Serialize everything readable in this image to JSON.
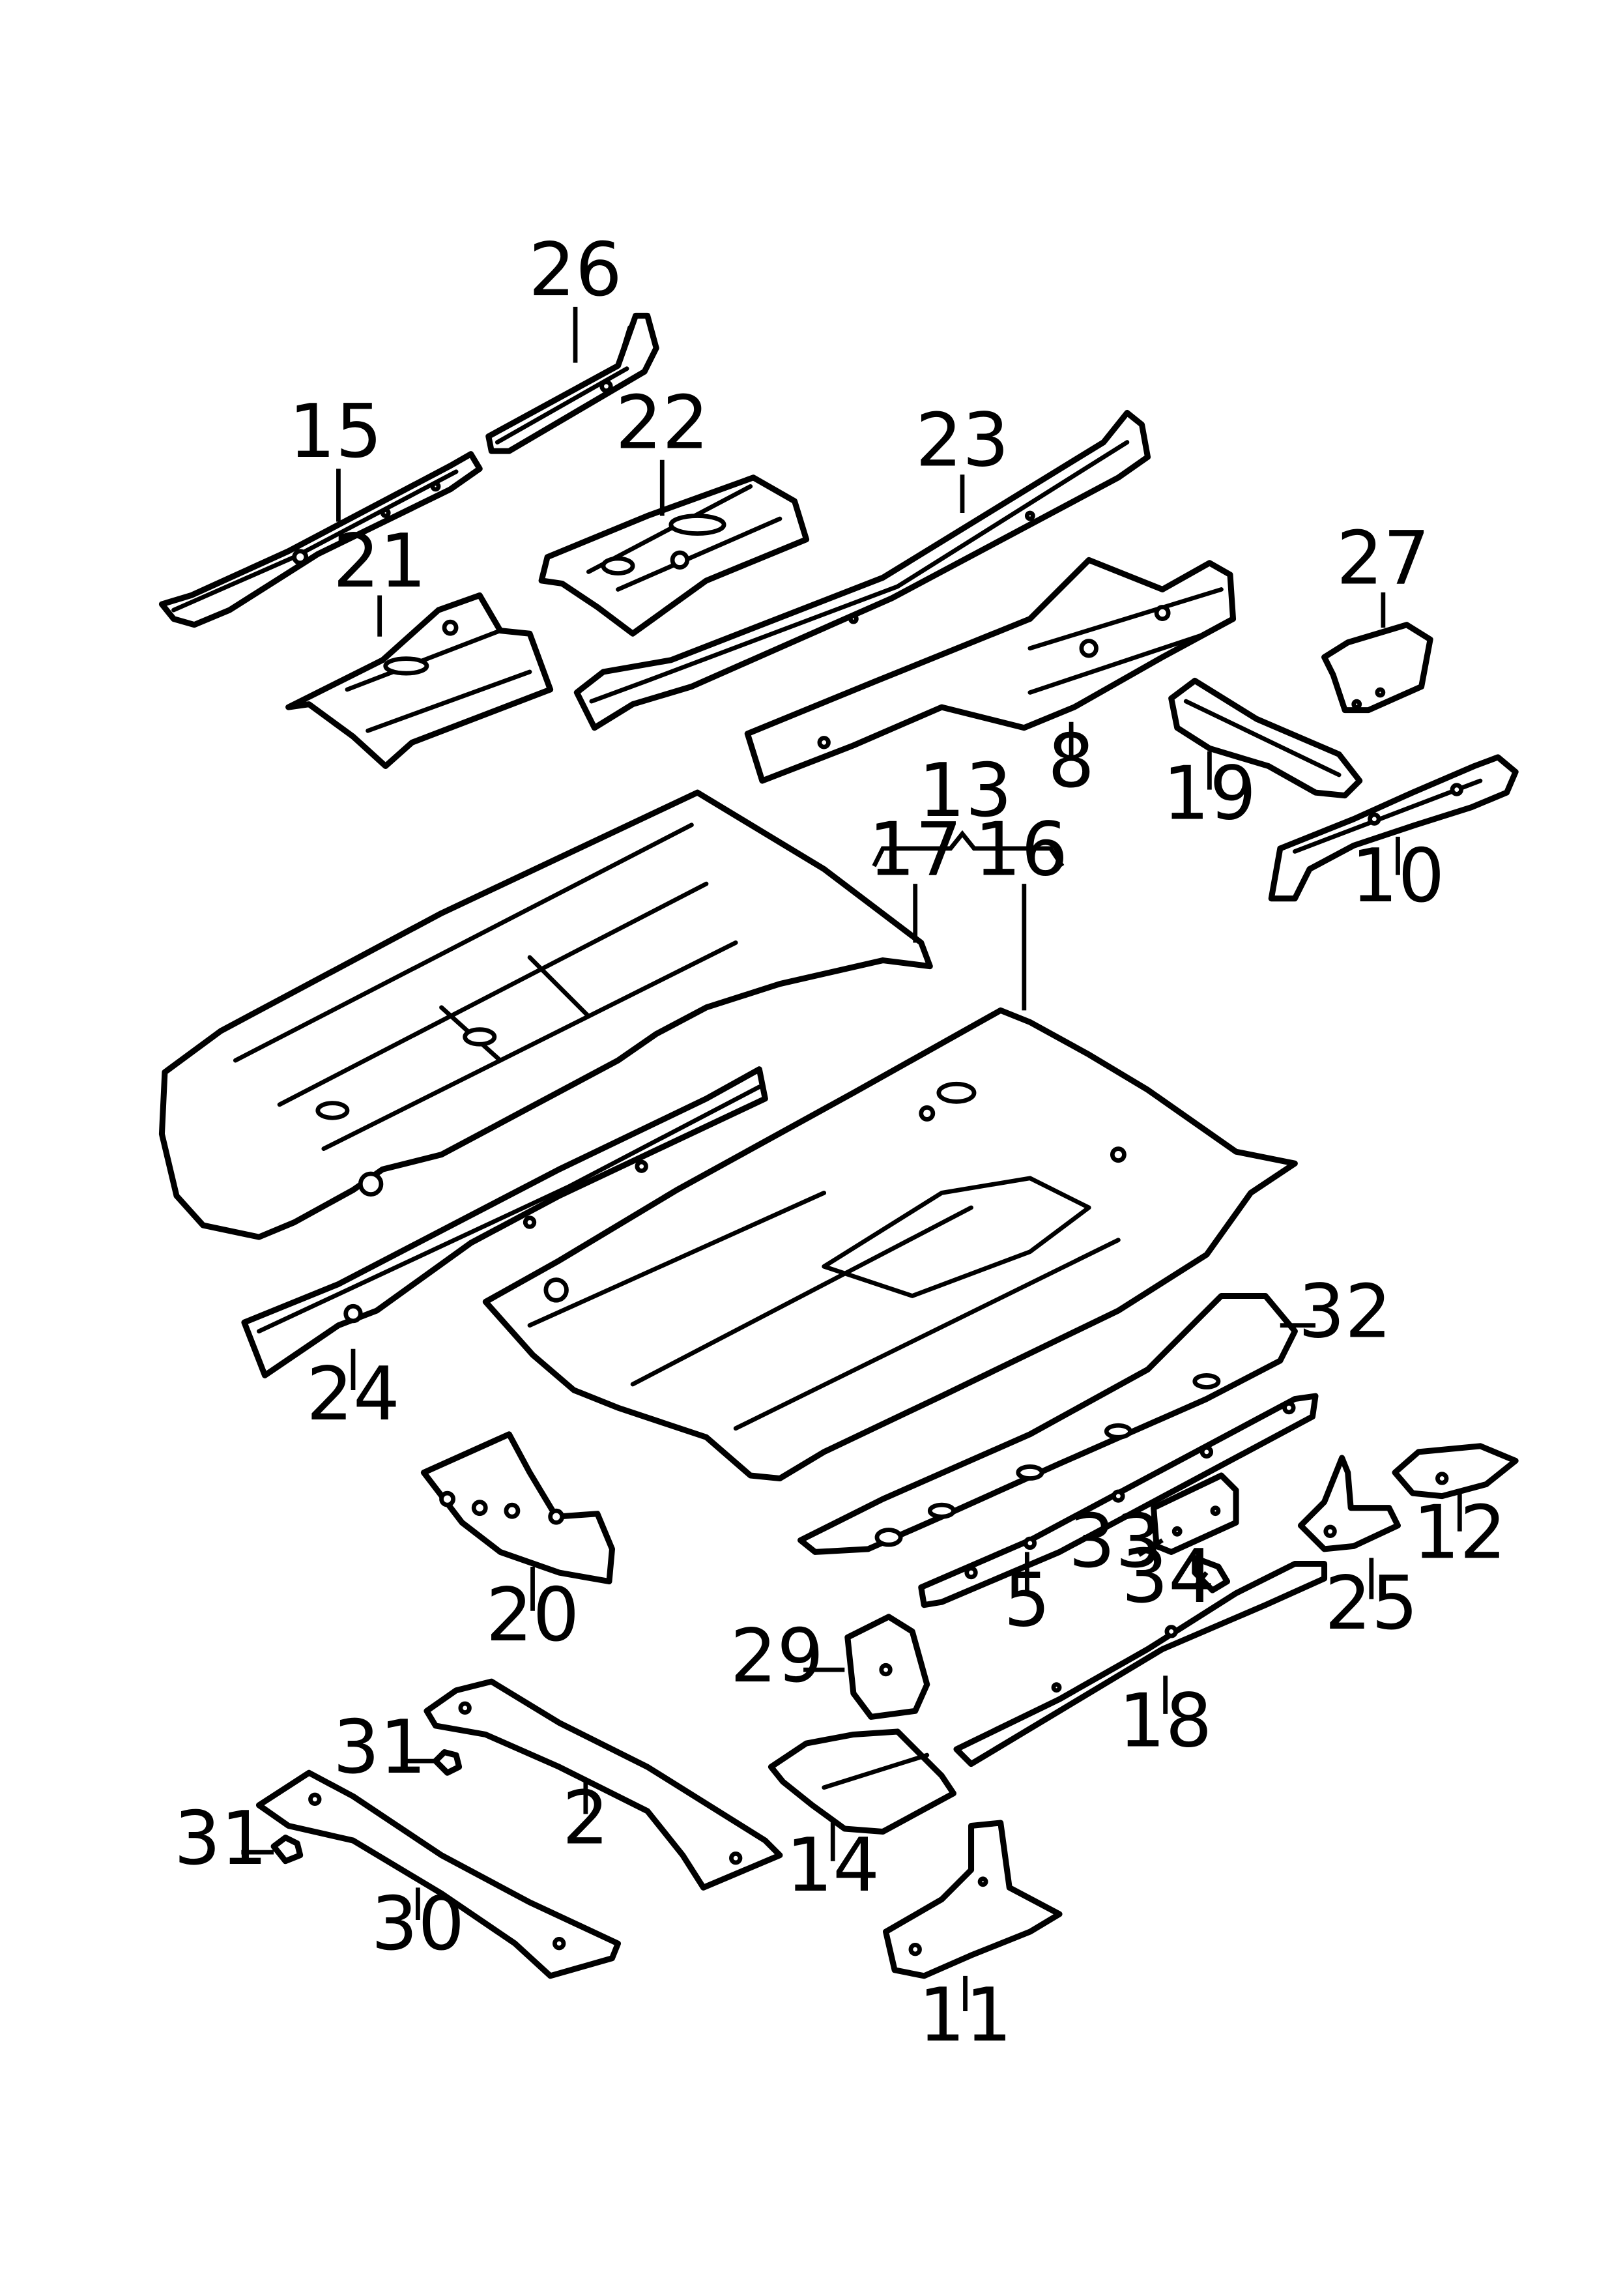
{
  "callouts": [
    {
      "id": "c26",
      "text": "26"
    },
    {
      "id": "c15",
      "text": "15"
    },
    {
      "id": "c22",
      "text": "22"
    },
    {
      "id": "c23",
      "text": "23"
    },
    {
      "id": "c21",
      "text": "21"
    },
    {
      "id": "c27",
      "text": "27"
    },
    {
      "id": "c8",
      "text": "8"
    },
    {
      "id": "c19",
      "text": "19"
    },
    {
      "id": "c10",
      "text": "10"
    },
    {
      "id": "c13",
      "text": "13"
    },
    {
      "id": "c17",
      "text": "17"
    },
    {
      "id": "c16",
      "text": "16"
    },
    {
      "id": "c24",
      "text": "24"
    },
    {
      "id": "c32",
      "text": "32"
    },
    {
      "id": "c12",
      "text": "12"
    },
    {
      "id": "c33",
      "text": "33"
    },
    {
      "id": "c34",
      "text": "34"
    },
    {
      "id": "c5",
      "text": "5"
    },
    {
      "id": "c25",
      "text": "25"
    },
    {
      "id": "c20",
      "text": "20"
    },
    {
      "id": "c29",
      "text": "29"
    },
    {
      "id": "c18",
      "text": "18"
    },
    {
      "id": "c31a",
      "text": "31"
    },
    {
      "id": "c2",
      "text": "2"
    },
    {
      "id": "c14",
      "text": "14"
    },
    {
      "id": "c31b",
      "text": "31"
    },
    {
      "id": "c30",
      "text": "30"
    },
    {
      "id": "c11",
      "text": "11"
    }
  ]
}
